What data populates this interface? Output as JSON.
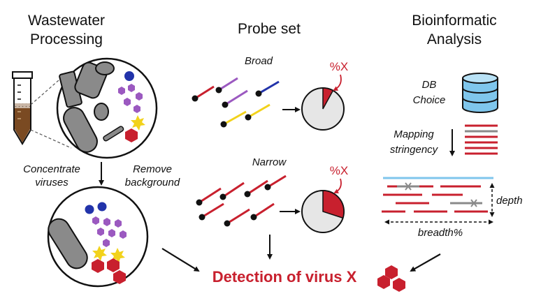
{
  "headers": {
    "wastewater": [
      "Wastewater",
      "Processing"
    ],
    "probe_set": "Probe set",
    "bioinformatic": [
      "Bioinformatic",
      "Analysis"
    ]
  },
  "probe_labels": {
    "broad": "Broad",
    "narrow": "Narrow",
    "percent": "%X"
  },
  "processing_steps": {
    "concentrate": [
      "Concentrate",
      "viruses"
    ],
    "remove": [
      "Remove",
      "background"
    ]
  },
  "analysis_labels": {
    "db_choice": [
      "DB",
      "Choice"
    ],
    "mapping": [
      "Mapping",
      "stringency"
    ],
    "depth": "depth",
    "breadth": "breadth%"
  },
  "result": "Detection of virus X",
  "pie": {
    "broad_fraction": 0.08,
    "narrow_fraction": 0.3
  },
  "colors": {
    "red": "#c8202e",
    "purple": "#9b59c0",
    "blue": "#2233aa",
    "yellow": "#f2d21b",
    "gray": "#8a8a8a",
    "light_blue": "#7fc6ec",
    "pie_bg": "#e6e6e6"
  }
}
